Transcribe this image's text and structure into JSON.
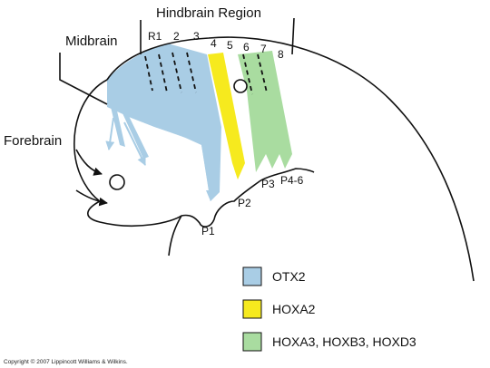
{
  "title": "Hindbrain Region",
  "regions": {
    "midbrain": "Midbrain",
    "forebrain": "Forebrain"
  },
  "rhombomeres": [
    "R1",
    "2",
    "3",
    "4",
    "5",
    "6",
    "7",
    "8"
  ],
  "pharyngeal_arches": [
    "P1",
    "P2",
    "P3",
    "P4-6"
  ],
  "legend": [
    {
      "label": "OTX2",
      "color": "#a9cde5"
    },
    {
      "label": "HOXA2",
      "color": "#f6ea1e"
    },
    {
      "label": "HOXA3, HOXB3, HOXD3",
      "color": "#a9dca0"
    }
  ],
  "copyright": "Copyright © 2007 Lippincott Williams & Wilkins.",
  "colors": {
    "otx2": "#a9cde5",
    "hoxa2": "#f6ea1e",
    "hox3": "#a9dca0",
    "outline": "#111111"
  }
}
